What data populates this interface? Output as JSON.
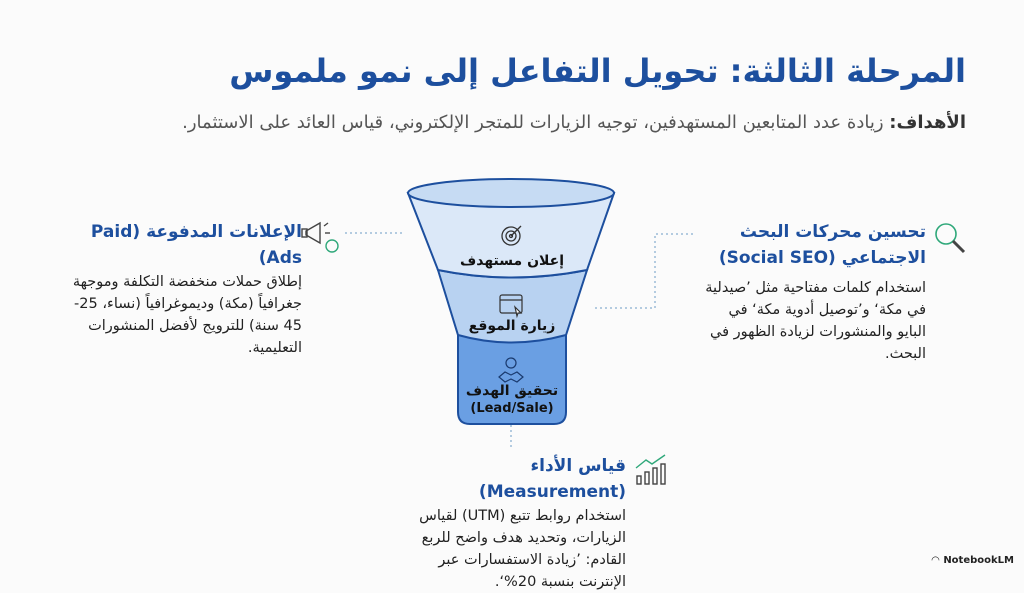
{
  "title": "المرحلة الثالثة: تحويل التفاعل إلى نمو ملموس",
  "goals": {
    "label": "الأهداف:",
    "text": "زيادة عدد المتابعين المستهدفين، توجيه الزيارات للمتجر الإلكتروني، قياس العائد على الاستثمار."
  },
  "funnel": {
    "stages": [
      {
        "label": "إعلان مستهدف",
        "icon": "target-icon"
      },
      {
        "label": "زيارة الموقع",
        "icon": "browser-cursor-icon"
      },
      {
        "label": "تحقيق الهدف",
        "sublabel": "(Lead/Sale)",
        "icon": "handshake-money-icon"
      }
    ]
  },
  "paid_ads": {
    "title": "الإعلانات المدفوعة (Paid Ads)",
    "body": "إطلاق حملات منخفضة التكلفة وموجهة جغرافياً (مكة) وديموغرافياً (نساء، 25-45 سنة) للترويج لأفضل المنشورات التعليمية.",
    "icon": "megaphone-icon"
  },
  "social_seo": {
    "title": "تحسين محركات البحث الاجتماعي (Social SEO)",
    "body": "استخدام كلمات مفتاحية مثل ’صيدلية في مكة‘ و’توصيل أدوية مكة‘ في البايو والمنشورات لزيادة الظهور في البحث.",
    "icon": "search-icon"
  },
  "measurement": {
    "title": "قياس الأداء (Measurement)",
    "body": "استخدام روابط تتبع (UTM) لقياس الزيارات، وتحديد هدف واضح للربع القادم: ’زيادة الاستفسارات عبر الإنترنت بنسبة 20%‘.",
    "icon": "growth-chart-icon"
  },
  "brand": "NotebookLM",
  "colors": {
    "accent": "#1d4f9e",
    "funnel_top": "#dbe8f8",
    "funnel_mid": "#b8d2f1",
    "funnel_bottom": "#6a9fe3"
  }
}
